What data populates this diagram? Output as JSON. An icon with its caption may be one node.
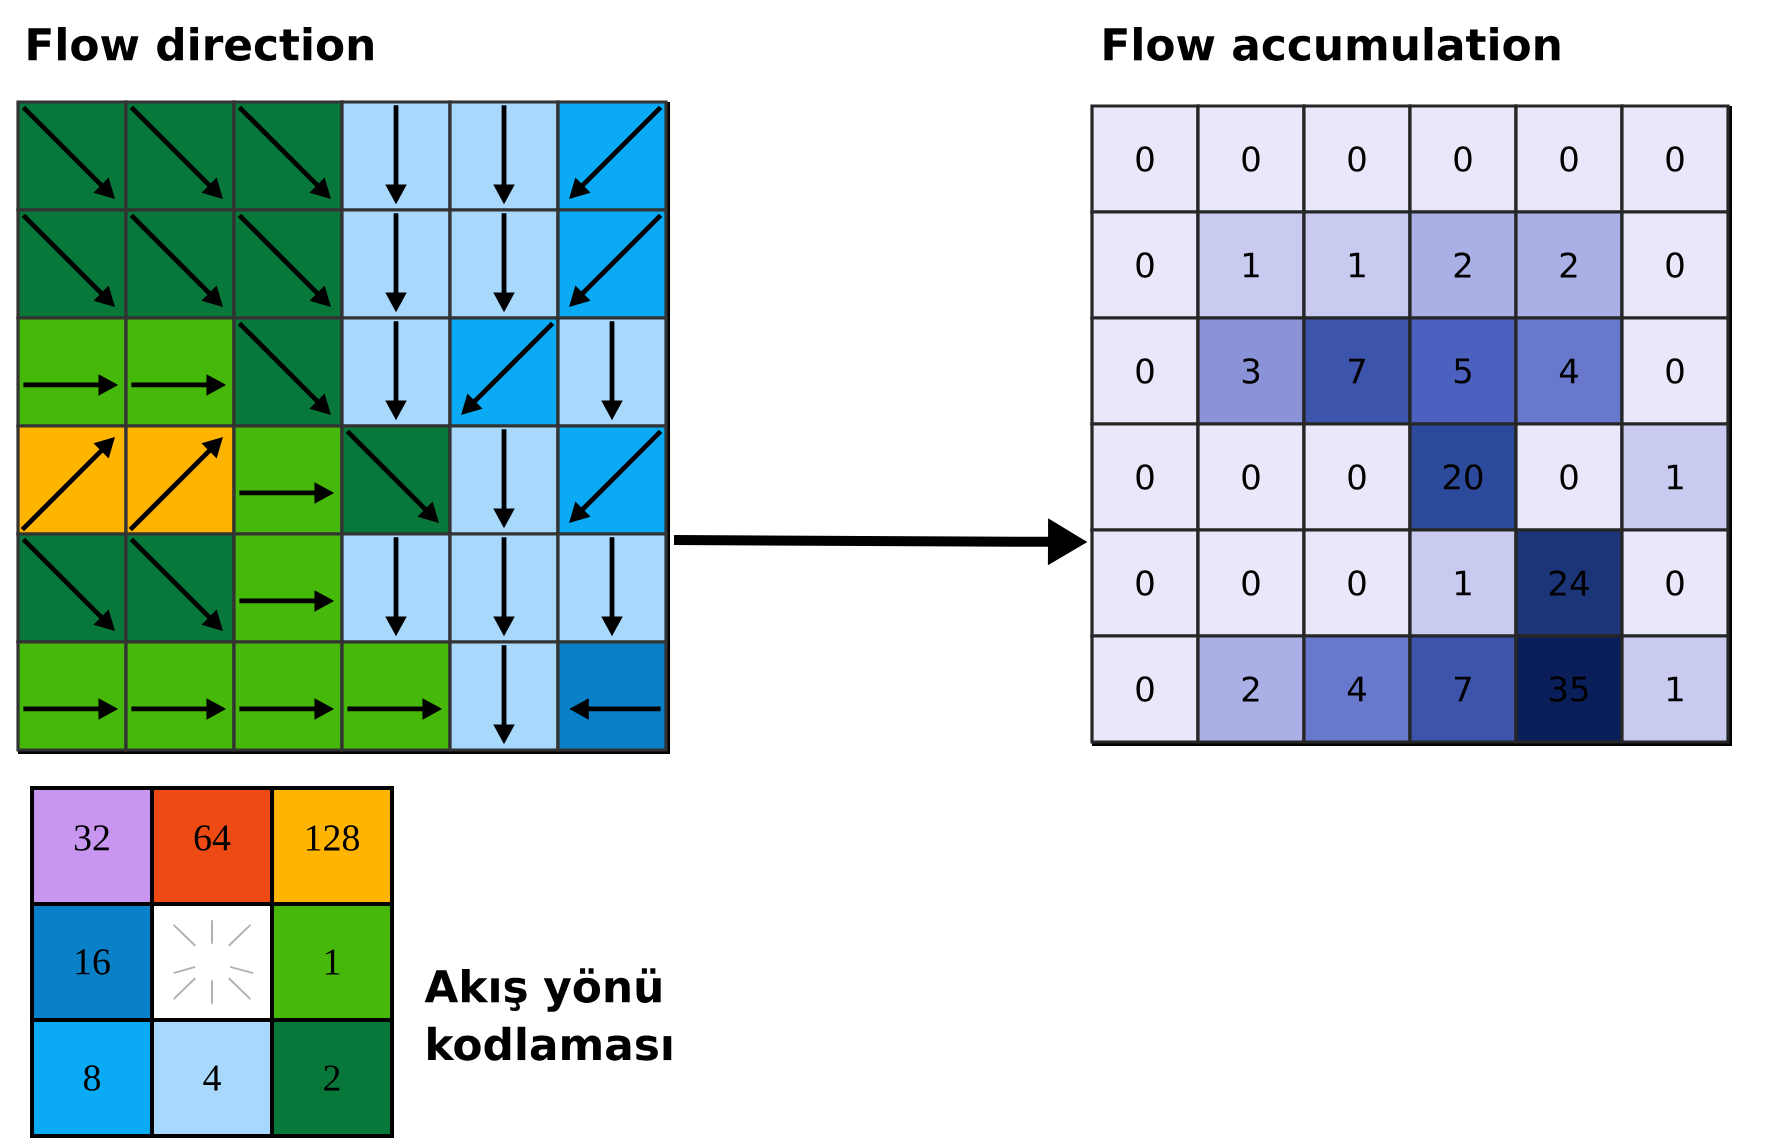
{
  "diagram": {
    "nodes": [
      {
        "text": [
          "Flow direction"
        ]
      },
      {
        "text": [
          "Flow accumulation"
        ]
      }
    ],
    "edges": [
      {
        "from": 0,
        "to": 1,
        "arrow": "to"
      }
    ],
    "labels": [
      "0",
      "0",
      "0",
      "0",
      "0",
      "0",
      "0",
      "1",
      "1",
      "2",
      "2",
      "0",
      "0",
      "3",
      "7",
      "5",
      "4",
      "0",
      "0",
      "0",
      "0",
      "20",
      "0",
      "1",
      "0",
      "0",
      "0",
      "1",
      "24",
      "0",
      "0",
      "2",
      "4",
      "7",
      "35",
      "1",
      "Akış yönü kodlaması"
    ],
    "legend": [
      {
        "text": "32",
        "color": "#c896f0"
      },
      {
        "text": "64",
        "color": "#ee4a14"
      },
      {
        "text": "128",
        "color": "#ffb400"
      },
      {
        "text": "16",
        "color": "#0a80c8"
      },
      {
        "text": "1",
        "color": "#46b80a"
      },
      {
        "text": "8",
        "color": "#0aaaf5"
      },
      {
        "text": "4",
        "color": "#a8d8fc"
      },
      {
        "text": "2",
        "color": "#08783a"
      }
    ]
  }
}
